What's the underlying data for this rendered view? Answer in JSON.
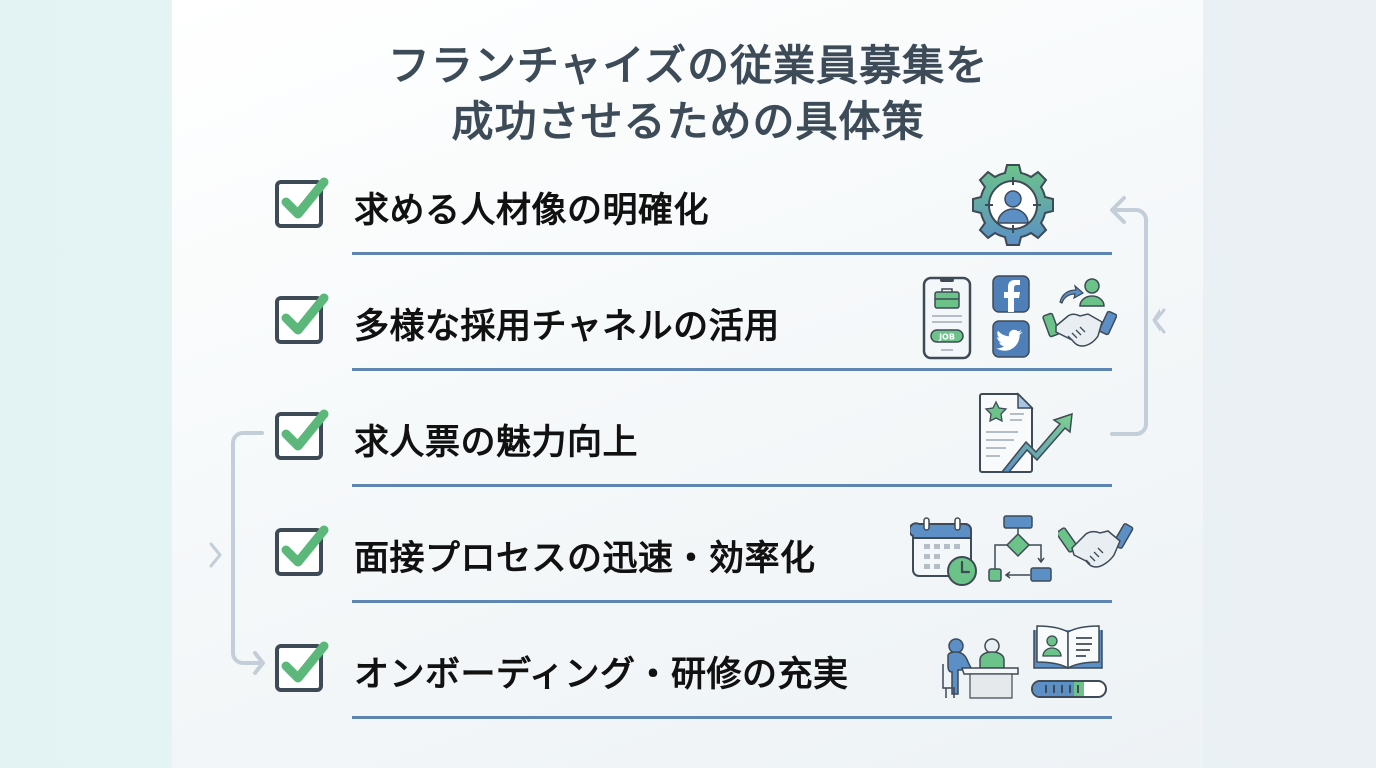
{
  "title": {
    "line1": "フランチャイズの従業員募集を",
    "line2": "成功させるための具体策"
  },
  "items": [
    {
      "label": "求める人材像の明確化",
      "icons": [
        "gear-target-person-icon"
      ]
    },
    {
      "label": "多様な採用チャネルの活用",
      "icons": [
        "smartphone-job-app-icon",
        "facebook-icon",
        "twitter-icon",
        "handshake-referral-icon"
      ],
      "badge": "JOB"
    },
    {
      "label": "求人票の魅力向上",
      "icons": [
        "job-posting-growth-icon"
      ]
    },
    {
      "label": "面接プロセスの迅速・効率化",
      "icons": [
        "calendar-clock-icon",
        "flowchart-icon",
        "handshake-icon"
      ]
    },
    {
      "label": "オンボーディング・研修の充実",
      "icons": [
        "training-meeting-icon",
        "manual-book-icon",
        "progress-bar-icon"
      ]
    }
  ],
  "colors": {
    "check_green": "#5cb87a",
    "box_border": "#3e4a56",
    "separator": "#5f86b3",
    "flow_arrow": "#c3ced8",
    "icon_blue": "#5b8fc6",
    "icon_green": "#6cc38a",
    "title_text": "#3d4b58"
  }
}
